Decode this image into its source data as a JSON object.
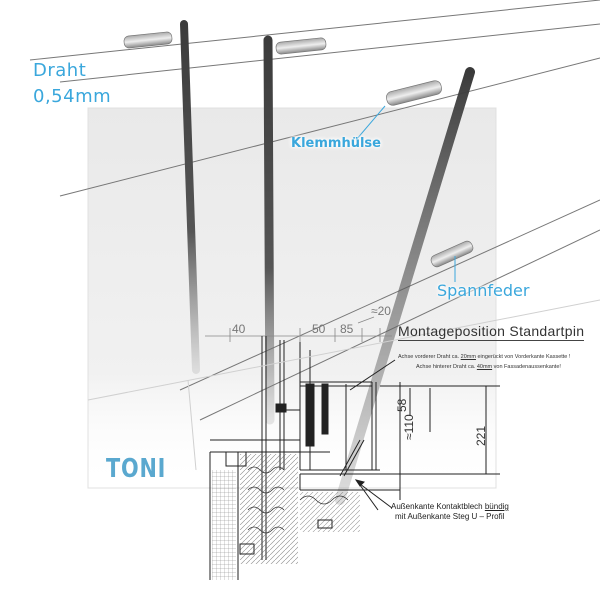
{
  "callouts": {
    "wire": "Draht",
    "wire_size": "0,54mm",
    "clamp_sleeve": "Klemmhülse",
    "tension_spring": "Spannfeder"
  },
  "brand": "TONI",
  "drawing": {
    "heading": "Montageposition Standartpin",
    "note1": {
      "before": "Achse vorderer Draht ca. ",
      "value": "20mm",
      "after": " eingerückt von Vorderkante Kassette !"
    },
    "note2": {
      "before": "Achse hinterer Draht ca. ",
      "value": "40mm",
      "after": " von Fassadenaussenkante!"
    },
    "annotation": {
      "line1_before": "Außenkante Kontaktblech ",
      "line1_value": "bündig",
      "line2": "mit Außenkante Steg U – Profil"
    },
    "dimensions": {
      "d40": "40",
      "d50": "50",
      "d85": "85",
      "d20": "≈20",
      "d58": "58",
      "d110": "≈110",
      "d221": "221"
    }
  },
  "colors": {
    "callout": "#3aa7dc",
    "brand": "#5aa8cf",
    "rod": "#4a4a4a",
    "line": "#333333"
  }
}
